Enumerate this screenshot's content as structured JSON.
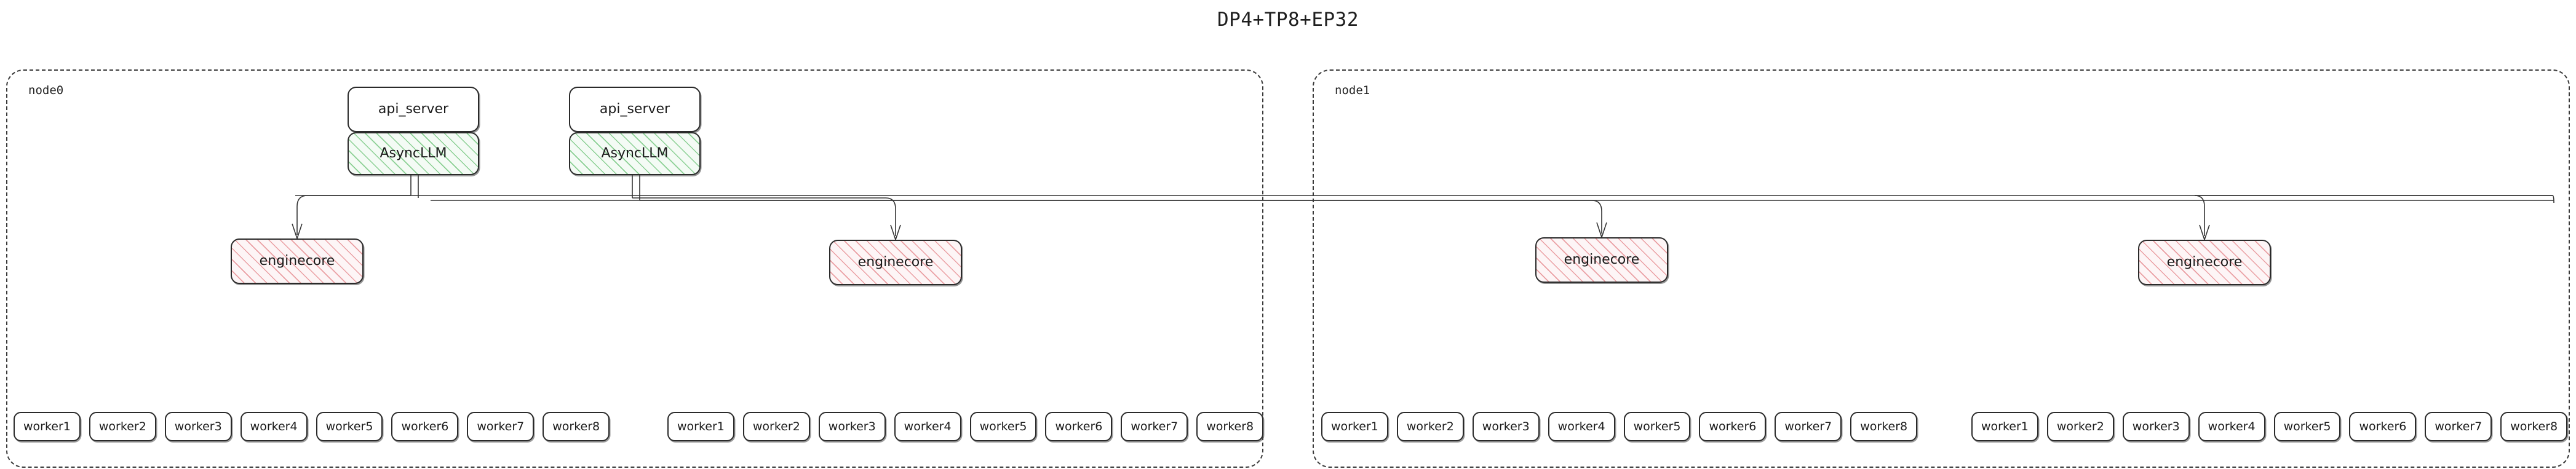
{
  "title": "DP4+TP8+EP32",
  "nodes": [
    {
      "id": "node0",
      "label": "node0",
      "api_servers": [
        {
          "api_server_label": "api_server",
          "asyncllm_label": "AsyncLLM"
        },
        {
          "api_server_label": "api_server",
          "asyncllm_label": "AsyncLLM"
        }
      ],
      "enginecores": [
        {
          "label": "enginecore"
        },
        {
          "label": "enginecore"
        }
      ],
      "worker_groups": [
        {
          "workers": [
            "worker1",
            "worker2",
            "worker3",
            "worker4",
            "worker5",
            "worker6",
            "worker7",
            "worker8"
          ]
        },
        {
          "workers": [
            "worker1",
            "worker2",
            "worker3",
            "worker4",
            "worker5",
            "worker6",
            "worker7",
            "worker8"
          ]
        }
      ]
    },
    {
      "id": "node1",
      "label": "node1",
      "api_servers": [],
      "enginecores": [
        {
          "label": "enginecore"
        },
        {
          "label": "enginecore"
        }
      ],
      "worker_groups": [
        {
          "workers": [
            "worker1",
            "worker2",
            "worker3",
            "worker4",
            "worker5",
            "worker6",
            "worker7",
            "worker8"
          ]
        },
        {
          "workers": [
            "worker1",
            "worker2",
            "worker3",
            "worker4",
            "worker5",
            "worker6",
            "worker7",
            "worker8"
          ]
        }
      ]
    }
  ],
  "colors": {
    "asyncllm_hatch": "#78c882",
    "enginecore_hatch": "#e48287",
    "box_border": "#2a2a2a",
    "cluster_border": "#3a3a3a",
    "edge": "#333333",
    "text": "#1a1a1a"
  },
  "edges": {
    "description": "Each AsyncLLM fans out to all four enginecore instances across node0 and node1",
    "count": 8
  }
}
